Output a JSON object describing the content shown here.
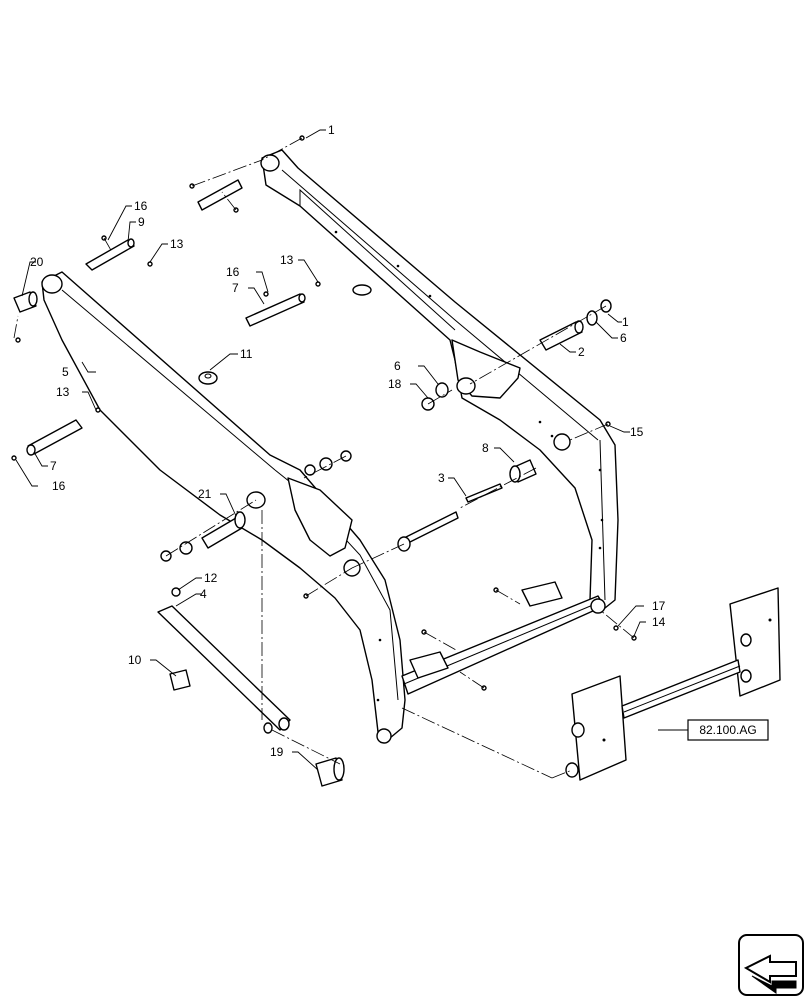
{
  "callouts": {
    "c1a": "1",
    "c1b": "1",
    "c2": "2",
    "c3": "3",
    "c4": "4",
    "c5": "5",
    "c6a": "6",
    "c6b": "6",
    "c7a": "7",
    "c7b": "7",
    "c8": "8",
    "c9": "9",
    "c10": "10",
    "c11": "11",
    "c12": "12",
    "c13a": "13",
    "c13b": "13",
    "c13c": "13",
    "c14": "14",
    "c15": "15",
    "c16a": "16",
    "c16b": "16",
    "c16c": "16",
    "c17": "17",
    "c18": "18",
    "c19": "19",
    "c20": "20",
    "c21": "21"
  },
  "reference": {
    "label": "82.100.AG"
  },
  "nav_icon": {
    "name": "next-page-arrow-icon"
  }
}
